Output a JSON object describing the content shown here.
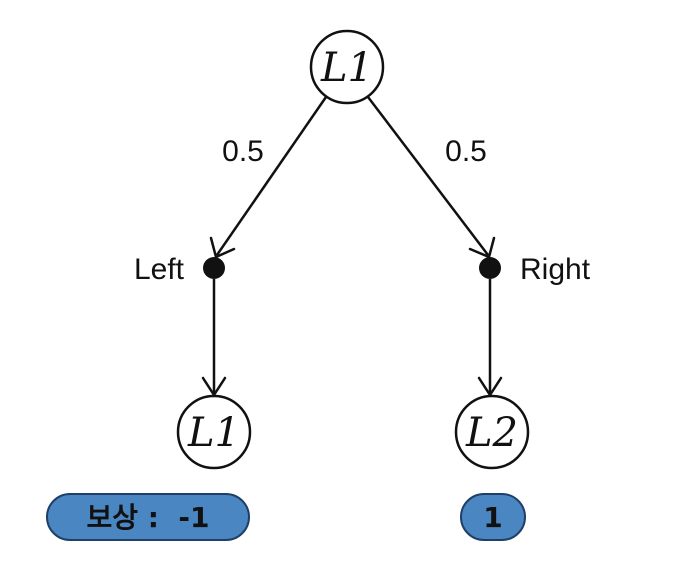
{
  "root": {
    "label": "L1"
  },
  "branches": [
    {
      "probability": "0.5",
      "action": "Left",
      "next_state": "L1",
      "reward_text": "보상 :  -1"
    },
    {
      "probability": "0.5",
      "action": "Right",
      "next_state": "L2",
      "reward_text": "1"
    }
  ],
  "colors": {
    "reward_fill": "#4a86c2",
    "line": "#111111"
  }
}
